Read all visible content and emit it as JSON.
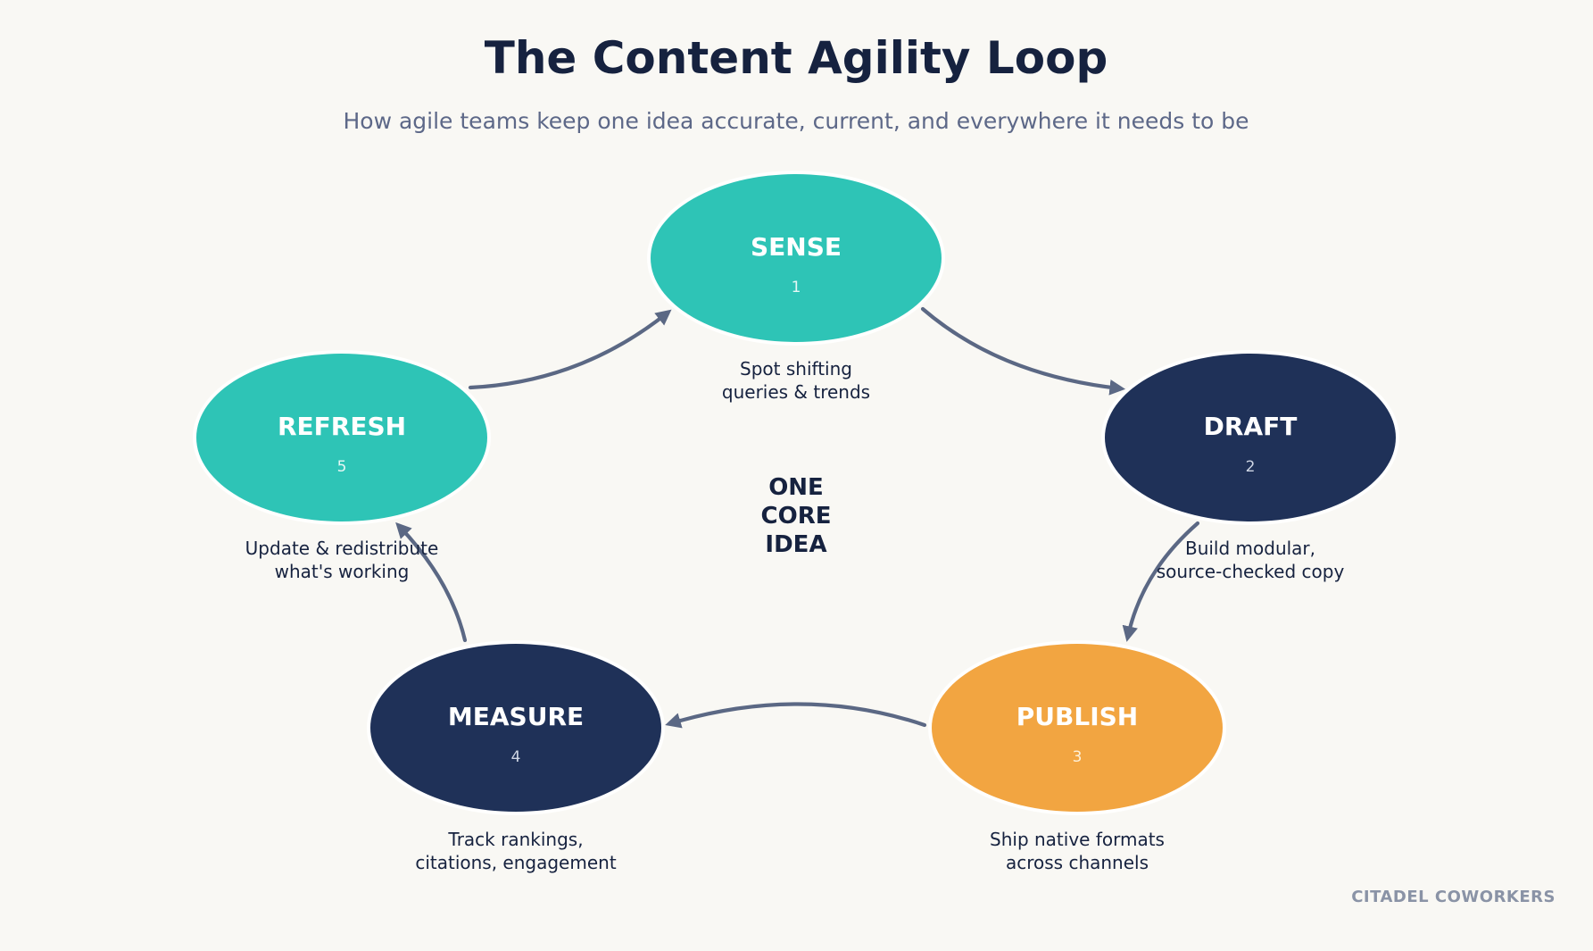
{
  "header": {
    "title": "The Content Agility Loop",
    "subtitle": "How agile teams keep one idea accurate, current, and everywhere it needs to be"
  },
  "center": {
    "lines": [
      "ONE",
      "CORE",
      "IDEA"
    ]
  },
  "stages": [
    {
      "label": "SENSE",
      "number": "1",
      "description": [
        "Spot shifting",
        "queries & trends"
      ],
      "color": "#2ec4b6",
      "number_color": "#e6f7f5"
    },
    {
      "label": "DRAFT",
      "number": "2",
      "description": [
        "Build modular,",
        "source-checked copy"
      ],
      "color": "#1f3158",
      "number_color": "#cfd6e4"
    },
    {
      "label": "PUBLISH",
      "number": "3",
      "description": [
        "Ship native formats",
        "across channels"
      ],
      "color": "#f2a541",
      "number_color": "#fdf0d8"
    },
    {
      "label": "MEASURE",
      "number": "4",
      "description": [
        "Track rankings,",
        "citations, engagement"
      ],
      "color": "#1f3158",
      "number_color": "#cfd6e4"
    },
    {
      "label": "REFRESH",
      "number": "5",
      "description": [
        "Update & redistribute",
        "what's working"
      ],
      "color": "#2ec4b6",
      "number_color": "#e6f7f5"
    }
  ],
  "footer": {
    "brand": "CITADEL COWORKERS"
  },
  "colors": {
    "background": "#f9f8f4",
    "title": "#16223f",
    "subtitle": "#5d6888",
    "text_dark": "#16223f",
    "stage_label": "#ffffff",
    "arrow": "#5b6884",
    "brand": "#8a93a6"
  }
}
